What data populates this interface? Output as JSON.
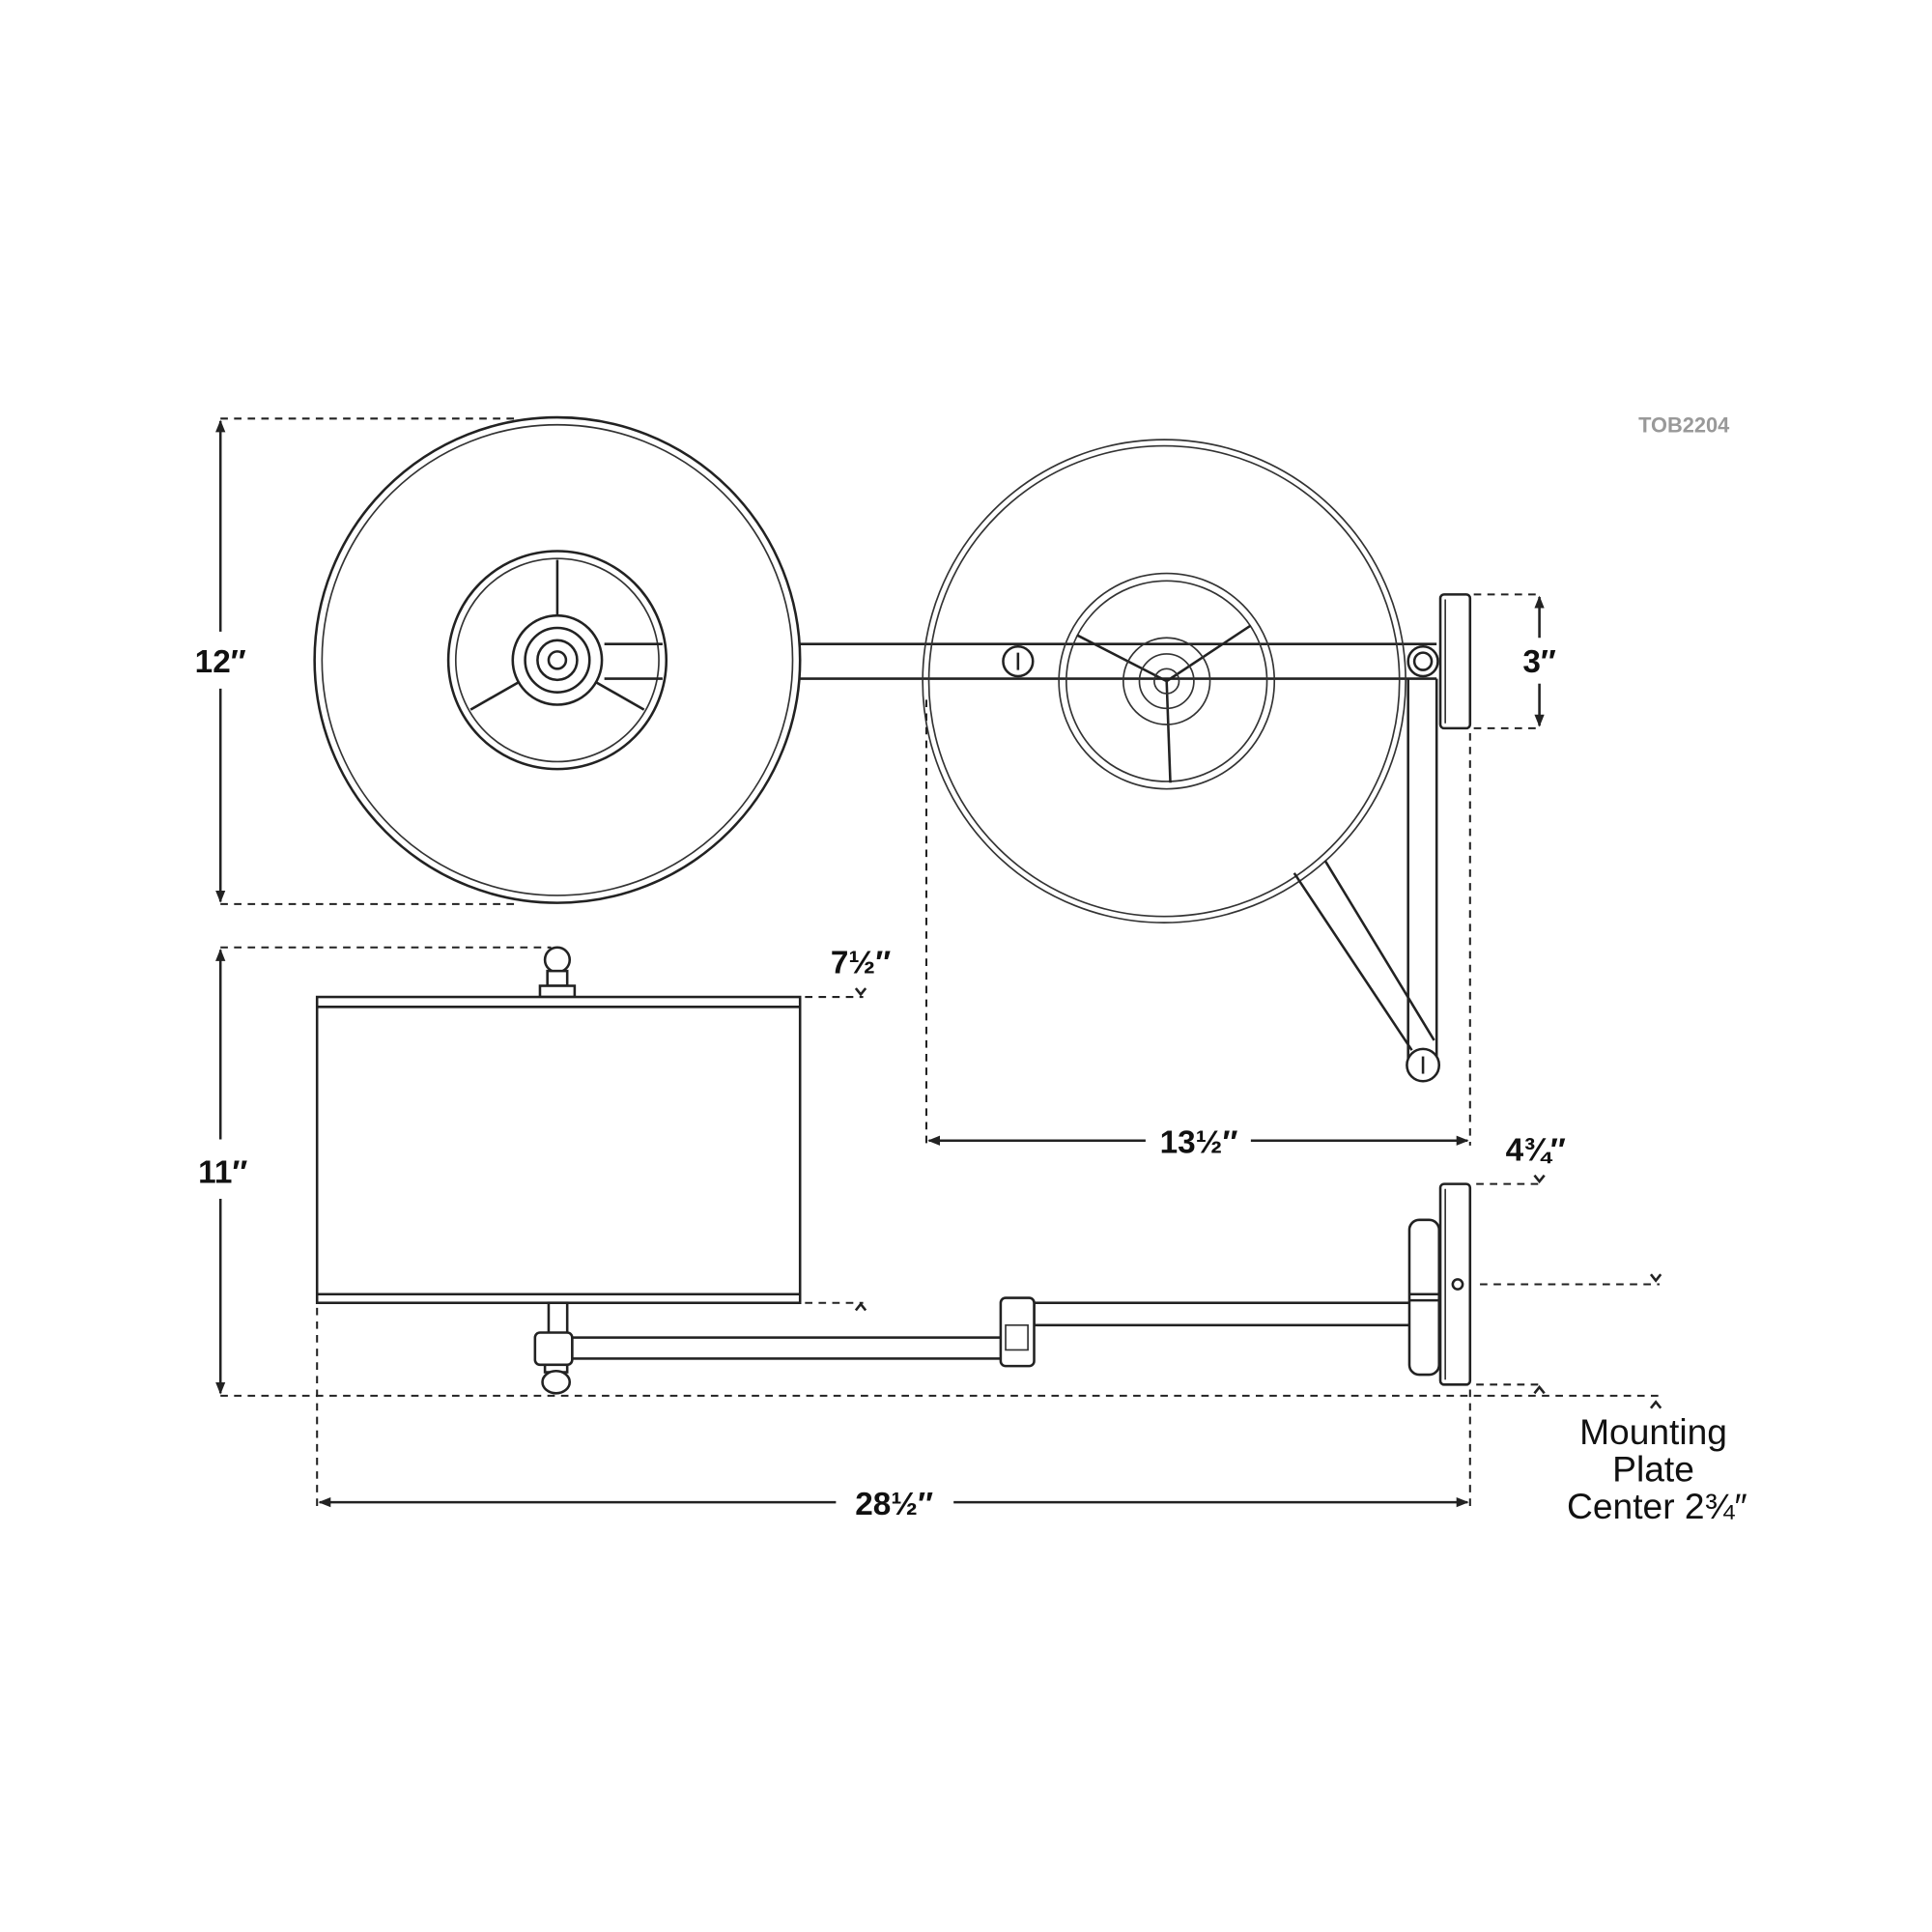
{
  "model_code": "TOB2204",
  "dimensions": {
    "top_view_shade_diameter": "12″",
    "backplate_width": "3″",
    "arm_extension": "13½″",
    "overall_height": "11″",
    "shade_height": "7½″",
    "backplate_height": "4¾″",
    "overall_extension": "28½″"
  },
  "mounting_note": {
    "line1": "Mounting",
    "line2": "Plate",
    "line3": "Center 2¾″"
  }
}
